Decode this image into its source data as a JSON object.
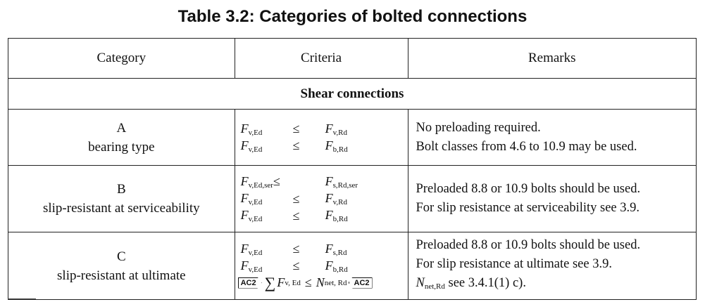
{
  "title": "Table 3.2: Categories of bolted connections",
  "headers": {
    "category": "Category",
    "criteria": "Criteria",
    "remarks": "Remarks"
  },
  "section": "Shear connections",
  "rows": [
    {
      "letter": "A",
      "name": "bearing type",
      "criteria": [
        {
          "lhs": "F",
          "lhs_sub": "v,Ed",
          "op": "≤",
          "rhs": "F",
          "rhs_sub": "v,Rd"
        },
        {
          "lhs": "F",
          "lhs_sub": "v,Ed",
          "op": "≤",
          "rhs": "F",
          "rhs_sub": "b,Rd"
        }
      ],
      "remarks": [
        "No preloading required.",
        "Bolt classes from 4.6 to 10.9 may be used."
      ]
    },
    {
      "letter": "B",
      "name": "slip-resistant at serviceability",
      "criteria": [
        {
          "lhs": "F",
          "lhs_sub": "v,Ed,ser",
          "op": "≤",
          "rhs": "F",
          "rhs_sub": "s,Rd,ser"
        },
        {
          "lhs": "F",
          "lhs_sub": "v,Ed",
          "op": "≤",
          "rhs": "F",
          "rhs_sub": "v,Rd"
        },
        {
          "lhs": "F",
          "lhs_sub": "v,Ed",
          "op": "≤",
          "rhs": "F",
          "rhs_sub": "b,Rd"
        }
      ],
      "remarks": [
        "Preloaded 8.8 or 10.9 bolts should be used.",
        "For slip resistance at serviceability see 3.9."
      ]
    },
    {
      "letter": "C",
      "name": "slip-resistant at ultimate",
      "criteria": [
        {
          "lhs": "F",
          "lhs_sub": "v,Ed",
          "op": "≤",
          "rhs": "F",
          "rhs_sub": "s,Rd"
        },
        {
          "lhs": "F",
          "lhs_sub": "v,Ed",
          "op": "≤",
          "rhs": "F",
          "rhs_sub": "b,Rd"
        }
      ],
      "amend": {
        "tag": "AC2",
        "sum": "∑",
        "lhs": "F",
        "lhs_sub": "v, Ed",
        "op": "≤",
        "rhs": "N",
        "rhs_sub": "net, Rd"
      },
      "remarks": [
        "Preloaded 8.8 or 10.9 bolts should be used.",
        "For slip resistance at ultimate see 3.9."
      ],
      "remark_extra": {
        "sym": "N",
        "sym_sub": "net,Rd",
        "text": " see 3.4.1(1) c)."
      }
    }
  ]
}
